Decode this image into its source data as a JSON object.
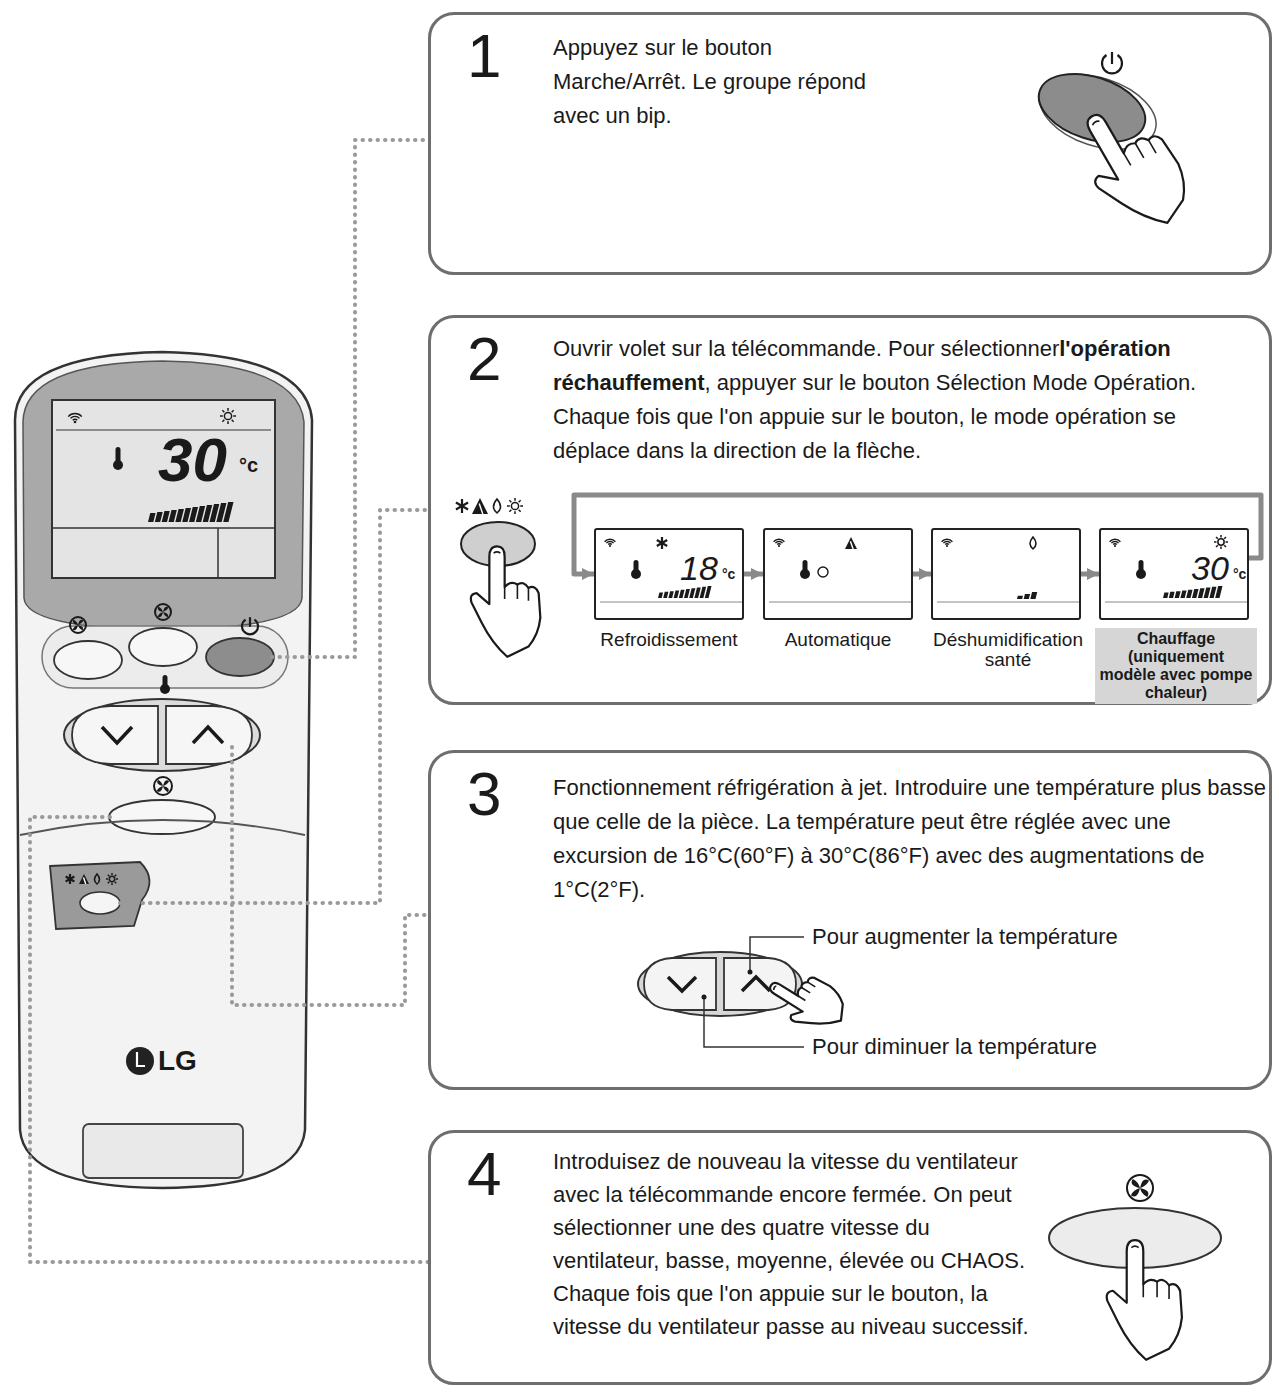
{
  "diagram": {
    "nodes": [
      {
        "text": [
          "30",
          "°c",
          "LG"
        ]
      },
      {
        "text": [
          "1",
          "Appuyez sur le bouton Marche/Arrêt. Le groupe répond avec un bip."
        ]
      },
      {
        "text": [
          "2",
          "Ouvrir volet sur la télécommande. Pour sélectionner",
          "l'opération réchauffement",
          ", appuyer sur le bouton Sélection Mode Opération. Chaque fois que l'on appuie sur le bouton, le mode opération se déplace dans la direction de la flèche."
        ]
      },
      {
        "text": [
          "18",
          "°c",
          "Refroidissement"
        ],
        "in": 2
      },
      {
        "text": [
          "Automatique"
        ],
        "in": 2
      },
      {
        "text": [
          "Déshumidification santé"
        ],
        "in": 2
      },
      {
        "text": [
          "30",
          "°c",
          "Chauffage (uniquement modèle avec pompe chaleur)"
        ],
        "in": 2
      },
      {
        "text": [
          "3",
          "Fonctionnement réfrigération à jet. Introduire une température plus basse que celle de la pièce. La température peut être réglée avec une excursion de 16°C(60°F) à 30°C(86°F) avec des augmentations de 1°C(2°F)."
        ]
      },
      {
        "text": [
          "4",
          "Introduisez de nouveau la vitesse du ventilateur avec la télécommande encore fermée. On peut sélectionner une des quatre vitesse du ventilateur, basse, moyenne, élevée ou CHAOS. Chaque fois que l'on appuie sur le bouton, la vitesse du ventilateur passe au niveau successif."
        ]
      }
    ],
    "edges": [
      {
        "from": 0,
        "to": 1,
        "arrow": "none"
      },
      {
        "from": 0,
        "to": 2,
        "arrow": "none"
      },
      {
        "from": 0,
        "to": 7,
        "arrow": "none"
      },
      {
        "from": 0,
        "to": 8,
        "arrow": "none"
      },
      {
        "from": 3,
        "to": 4,
        "arrow": "to"
      },
      {
        "from": 4,
        "to": 5,
        "arrow": "to"
      },
      {
        "from": 5,
        "to": 6,
        "arrow": "to"
      },
      {
        "from": 6,
        "to": 3,
        "arrow": "to"
      }
    ],
    "labels": [
      "Pour augmenter la température",
      "Pour diminuer la température"
    ]
  }
}
